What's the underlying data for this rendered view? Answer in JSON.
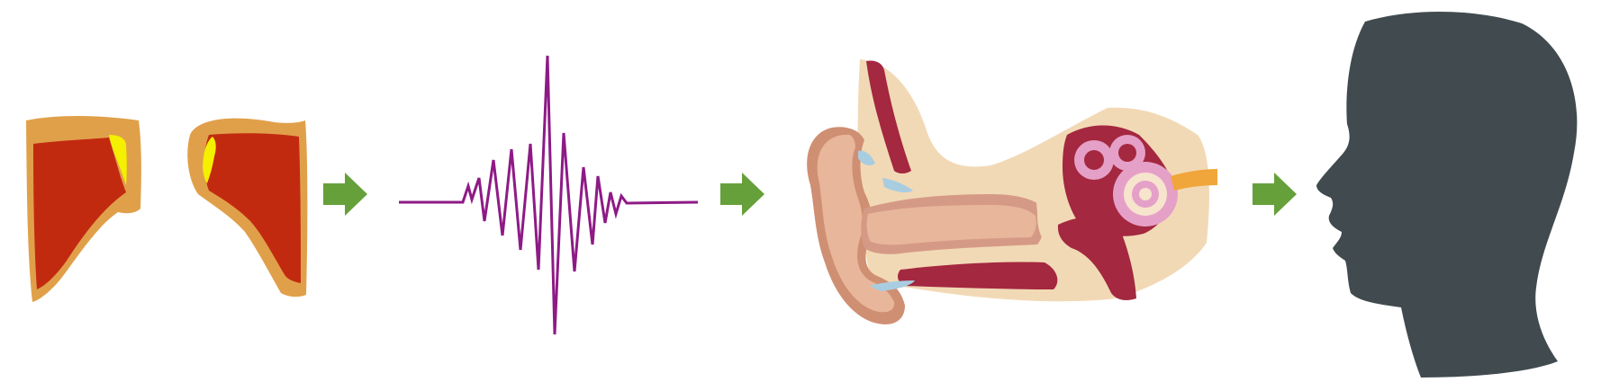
{
  "diagram": {
    "steps": [
      {
        "id": "vocal-folds",
        "icon": "vocal-folds-icon"
      },
      {
        "id": "sound-wave",
        "icon": "sound-wave-icon"
      },
      {
        "id": "ear-anatomy",
        "icon": "ear-anatomy-icon"
      },
      {
        "id": "listener-head",
        "icon": "head-silhouette-icon"
      }
    ],
    "connectors": [
      {
        "from": "vocal-folds",
        "to": "sound-wave",
        "icon": "arrow-right-icon"
      },
      {
        "from": "sound-wave",
        "to": "ear-anatomy",
        "icon": "arrow-right-icon"
      },
      {
        "from": "ear-anatomy",
        "to": "listener-head",
        "icon": "arrow-right-icon"
      }
    ]
  },
  "colors": {
    "background": "#ffffff",
    "arrow": "#66a03a",
    "fold_outer": "#e0a04a",
    "fold_inner": "#c22a10",
    "fold_highlight": "#f4f000",
    "wave": "#8e1a86",
    "skin": "#e8b69a",
    "skin_dark": "#cf8f72",
    "bone": "#f2d9b6",
    "canal": "#d59a86",
    "cochlea": "#e5a0c8",
    "tissue_red": "#a4283f",
    "nerve": "#f0a63a",
    "head": "#414b4f"
  }
}
